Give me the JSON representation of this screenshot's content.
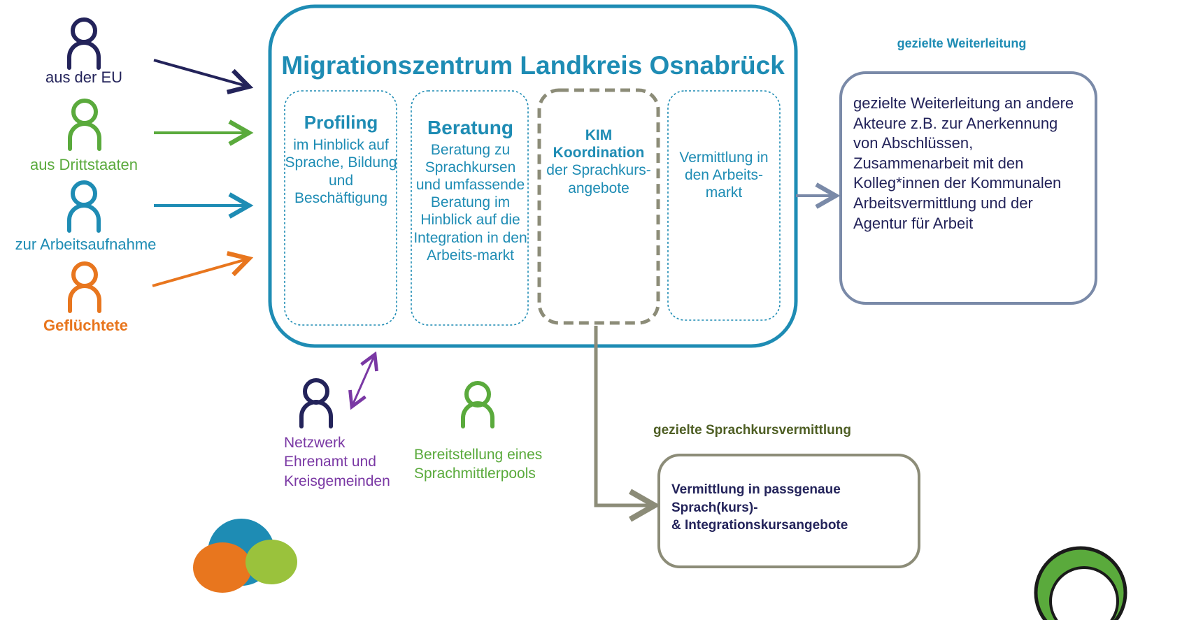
{
  "colors": {
    "navy": "#23235a",
    "green": "#5aaa3c",
    "blue": "#1e8cb4",
    "orange": "#e8761e",
    "purple": "#7a38a4",
    "olive": "#4e5e24",
    "gray_frame": "#8c8c78",
    "slate": "#7a8aa8",
    "text_dark": "#23235a"
  },
  "groups": [
    {
      "label": "aus der EU",
      "color": "navy",
      "icon": "person-icon"
    },
    {
      "label": "aus Drittstaaten",
      "color": "green",
      "icon": "person-icon"
    },
    {
      "label": "zur Arbeitsaufnahme",
      "color": "blue",
      "icon": "person-icon"
    },
    {
      "label": "Geflüchtete",
      "color": "orange",
      "icon": "person-icon"
    }
  ],
  "main": {
    "title": "Migrationszentrum Landkreis Osnabrück",
    "boxes": [
      {
        "title": "Profiling",
        "text": "im Hinblick auf Sprache, Bildung und Beschäftigung"
      },
      {
        "title": "Beratung",
        "text": "Beratung zu Sprachkursen und umfassende Beratung im Hinblick auf die Integration in den Arbeits-markt"
      },
      {
        "title": "KIM Koordination",
        "text": "der Sprachkurs-angebote"
      },
      {
        "title": "",
        "text": "Vermittlung in den Arbeits-markt"
      }
    ]
  },
  "referral": {
    "heading": "gezielte Weiterleitung",
    "text": "gezielte Weiterleitung an andere Akteure z.B. zur Anerkennung von Abschlüssen, Zusammenarbeit mit den Kolleg*innen der Kommunalen Arbeitsvermittlung und der Agentur für Arbeit"
  },
  "network": {
    "label": "Netzwerk Ehrenamt und Kreisgemeinden",
    "icon": "person-icon"
  },
  "pool": {
    "label": "Bereitstellung eines Sprachmittlerpools",
    "icon": "person-icon"
  },
  "language": {
    "heading": "gezielte Sprachkursvermittlung",
    "lines": [
      "Vermittlung in passgenaue",
      "Sprach(kurs)-",
      "& Integrationskursangebote"
    ]
  }
}
